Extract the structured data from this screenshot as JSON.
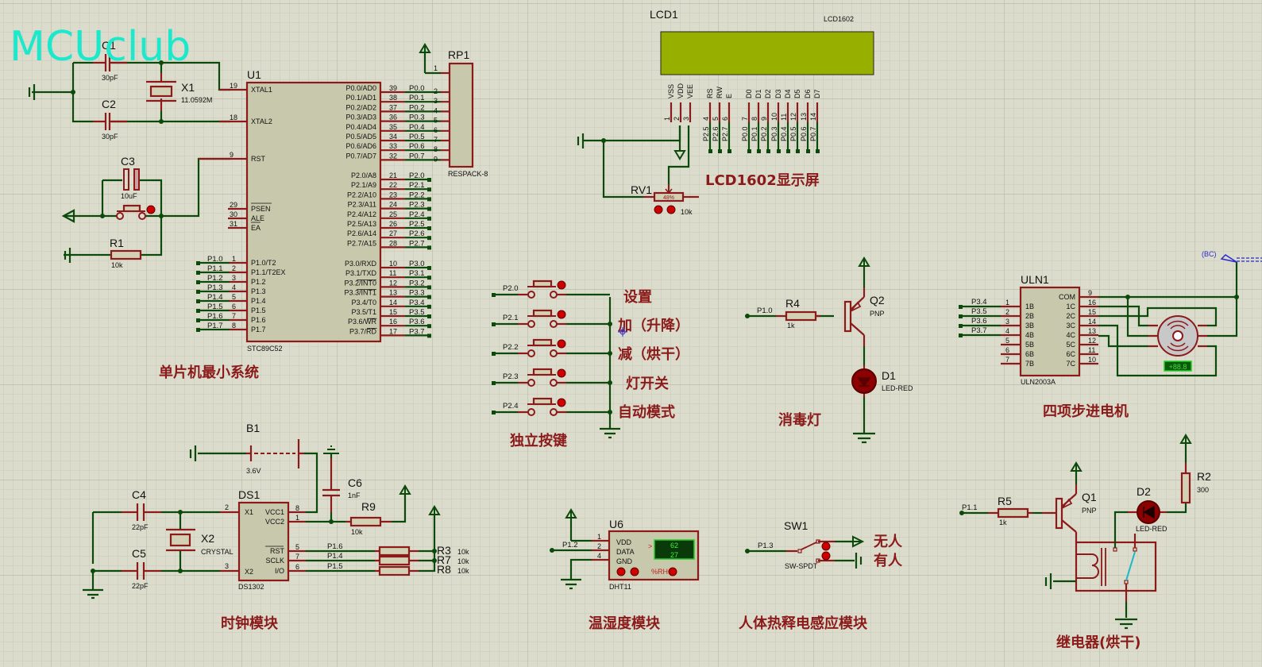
{
  "watermark": "MCUclub",
  "section_labels": {
    "mcu": "单片机最小系统",
    "lcd": "LCD1602显示屏",
    "keys": "独立按键",
    "lamp": "消毒灯",
    "stepper": "四项步进电机",
    "clock": "时钟模块",
    "dht": "温湿度模块",
    "pir": "人体热释电感应模块",
    "relay": "继电器(烘干)"
  },
  "key_labels": [
    "设置",
    "加（升降）",
    "减（烘干）",
    "灯开关",
    "自动模式"
  ],
  "pir_labels": {
    "no_person": "无人",
    "person": "有人"
  },
  "mcu": {
    "ref": "U1",
    "part": "STC89C52",
    "left_pins": [
      {
        "num": "19",
        "name": "XTAL1"
      },
      {
        "num": "18",
        "name": "XTAL2"
      },
      {
        "num": "9",
        "name": "RST"
      },
      {
        "num": "29",
        "name": "PSEN"
      },
      {
        "num": "30",
        "name": "ALE"
      },
      {
        "num": "31",
        "name": "EA"
      }
    ],
    "p1_pins": [
      {
        "num": "1",
        "name": "P1.0/T2",
        "net": "P1.0"
      },
      {
        "num": "2",
        "name": "P1.1/T2EX",
        "net": "P1.1"
      },
      {
        "num": "3",
        "name": "P1.2",
        "net": "P1.2"
      },
      {
        "num": "4",
        "name": "P1.3",
        "net": "P1.3"
      },
      {
        "num": "5",
        "name": "P1.4",
        "net": "P1.4"
      },
      {
        "num": "6",
        "name": "P1.5",
        "net": "P1.5"
      },
      {
        "num": "7",
        "name": "P1.6",
        "net": "P1.6"
      },
      {
        "num": "8",
        "name": "P1.7",
        "net": "P1.7"
      }
    ],
    "p0_pins": [
      {
        "num": "39",
        "name": "P0.0/AD0",
        "net": "P0.0",
        "rp": "2"
      },
      {
        "num": "38",
        "name": "P0.1/AD1",
        "net": "P0.1",
        "rp": "3"
      },
      {
        "num": "37",
        "name": "P0.2/AD2",
        "net": "P0.2",
        "rp": "4"
      },
      {
        "num": "36",
        "name": "P0.3/AD3",
        "net": "P0.3",
        "rp": "5"
      },
      {
        "num": "35",
        "name": "P0.4/AD4",
        "net": "P0.4",
        "rp": "6"
      },
      {
        "num": "34",
        "name": "P0.5/AD5",
        "net": "P0.5",
        "rp": "7"
      },
      {
        "num": "33",
        "name": "P0.6/AD6",
        "net": "P0.6",
        "rp": "8"
      },
      {
        "num": "32",
        "name": "P0.7/AD7",
        "net": "P0.7",
        "rp": "9"
      }
    ],
    "p2_pins": [
      {
        "num": "21",
        "name": "P2.0/A8",
        "net": "P2.0"
      },
      {
        "num": "22",
        "name": "P2.1/A9",
        "net": "P2.1"
      },
      {
        "num": "23",
        "name": "P2.2/A10",
        "net": "P2.2"
      },
      {
        "num": "24",
        "name": "P2.3/A11",
        "net": "P2.3"
      },
      {
        "num": "25",
        "name": "P2.4/A12",
        "net": "P2.4"
      },
      {
        "num": "26",
        "name": "P2.5/A13",
        "net": "P2.5"
      },
      {
        "num": "27",
        "name": "P2.6/A14",
        "net": "P2.6"
      },
      {
        "num": "28",
        "name": "P2.7/A15",
        "net": "P2.7"
      }
    ],
    "p3_pins": [
      {
        "num": "10",
        "name": "P3.0/RXD",
        "net": "P3.0"
      },
      {
        "num": "11",
        "name": "P3.1/TXD",
        "net": "P3.1"
      },
      {
        "num": "12",
        "name": "P3.2/INT0",
        "net": "P3.2"
      },
      {
        "num": "13",
        "name": "P3.3/INT1",
        "net": "P3.3"
      },
      {
        "num": "14",
        "name": "P3.4/T0",
        "net": "P3.4"
      },
      {
        "num": "15",
        "name": "P3.5/T1",
        "net": "P3.5"
      },
      {
        "num": "16",
        "name": "P3.6/WR",
        "net": "P3.6"
      },
      {
        "num": "17",
        "name": "P3.7/RD",
        "net": "P3.7"
      }
    ]
  },
  "rp1": {
    "ref": "RP1",
    "part": "RESPACK-8",
    "pin1": "1"
  },
  "components": {
    "c1": {
      "ref": "C1",
      "val": "30pF"
    },
    "c2": {
      "ref": "C2",
      "val": "30pF"
    },
    "x1": {
      "ref": "X1",
      "val": "11.0592M"
    },
    "c3": {
      "ref": "C3",
      "val": "10uF"
    },
    "r1": {
      "ref": "R1",
      "val": "10k"
    },
    "rv1": {
      "ref": "RV1",
      "val": "10k",
      "setting": "48%"
    },
    "r4": {
      "ref": "R4",
      "val": "1k",
      "net": "P1.0"
    },
    "q2": {
      "ref": "Q2",
      "val": "PNP"
    },
    "d1": {
      "ref": "D1",
      "val": "LED-RED"
    },
    "b1": {
      "ref": "B1",
      "val": "3.6V"
    },
    "c4": {
      "ref": "C4",
      "val": "22pF"
    },
    "c5": {
      "ref": "C5",
      "val": "22pF"
    },
    "x2": {
      "ref": "X2",
      "val": "CRYSTAL"
    },
    "c6": {
      "ref": "C6",
      "val": "1nF"
    },
    "r9": {
      "ref": "R9",
      "val": "10k"
    },
    "r3": {
      "ref": "R3",
      "val": "10k"
    },
    "r7": {
      "ref": "R7",
      "val": "10k"
    },
    "r8": {
      "ref": "R8",
      "val": "10k"
    },
    "r5": {
      "ref": "R5",
      "val": "1k",
      "net": "P1.1"
    },
    "q1": {
      "ref": "Q1",
      "val": "PNP"
    },
    "d2": {
      "ref": "D2",
      "val": "LED-RED"
    },
    "r2": {
      "ref": "R2",
      "val": "300"
    },
    "sw1": {
      "ref": "SW1",
      "val": "SW-SPDT",
      "net": "P1.3"
    }
  },
  "lcd": {
    "ref": "LCD1",
    "part": "LCD1602",
    "pins": [
      {
        "name": "VSS",
        "num": "1",
        "net": ""
      },
      {
        "name": "VDD",
        "num": "2",
        "net": ""
      },
      {
        "name": "VEE",
        "num": "3",
        "net": ""
      },
      {
        "name": "RS",
        "num": "4",
        "net": "P2.5"
      },
      {
        "name": "RW",
        "num": "5",
        "net": "P2.6"
      },
      {
        "name": "E",
        "num": "6",
        "net": "P2.7"
      },
      {
        "name": "D0",
        "num": "7",
        "net": "P0.0"
      },
      {
        "name": "D1",
        "num": "8",
        "net": "P0.1"
      },
      {
        "name": "D2",
        "num": "9",
        "net": "P0.2"
      },
      {
        "name": "D3",
        "num": "10",
        "net": "P0.3"
      },
      {
        "name": "D4",
        "num": "11",
        "net": "P0.4"
      },
      {
        "name": "D5",
        "num": "12",
        "net": "P0.5"
      },
      {
        "name": "D6",
        "num": "13",
        "net": "P0.6"
      },
      {
        "name": "D7",
        "num": "14",
        "net": "P0.7"
      }
    ]
  },
  "keys": [
    {
      "net": "P2.0"
    },
    {
      "net": "P2.1"
    },
    {
      "net": "P2.2"
    },
    {
      "net": "P2.3"
    },
    {
      "net": "P2.4"
    }
  ],
  "uln": {
    "ref": "ULN1",
    "part": "ULN2003A",
    "inputs": [
      {
        "num": "1",
        "name": "1B",
        "net": "P3.4"
      },
      {
        "num": "2",
        "name": "2B",
        "net": "P3.5"
      },
      {
        "num": "3",
        "name": "3B",
        "net": "P3.6"
      },
      {
        "num": "4",
        "name": "4B",
        "net": "P3.7"
      },
      {
        "num": "5",
        "name": "5B",
        "net": ""
      },
      {
        "num": "6",
        "name": "6B",
        "net": ""
      },
      {
        "num": "7",
        "name": "7B",
        "net": ""
      }
    ],
    "outputs": [
      {
        "num": "9",
        "name": "COM"
      },
      {
        "num": "16",
        "name": "1C"
      },
      {
        "num": "15",
        "name": "2C"
      },
      {
        "num": "14",
        "name": "3C"
      },
      {
        "num": "13",
        "name": "4C"
      },
      {
        "num": "12",
        "name": "5C"
      },
      {
        "num": "11",
        "name": "6C"
      },
      {
        "num": "10",
        "name": "7C"
      }
    ],
    "power_label": "(BC)",
    "motor_display": "+88.8"
  },
  "ds1302": {
    "ref": "DS1",
    "part": "DS1302",
    "left": [
      {
        "num": "2",
        "name": "X1"
      },
      {
        "num": "3",
        "name": "X2"
      }
    ],
    "right": [
      {
        "num": "8",
        "name": "VCC1",
        "net": ""
      },
      {
        "num": "1",
        "name": "VCC2",
        "net": ""
      },
      {
        "num": "5",
        "name": "RST",
        "net": "P1.6"
      },
      {
        "num": "7",
        "name": "SCLK",
        "net": "P1.4"
      },
      {
        "num": "6",
        "name": "I/O",
        "net": "P1.5"
      }
    ]
  },
  "dht11": {
    "ref": "U6",
    "part": "DHT11",
    "pins": [
      {
        "num": "1",
        "name": "VDD"
      },
      {
        "num": "2",
        "name": "DATA"
      },
      {
        "num": "4",
        "name": "GND"
      }
    ],
    "net": "P1.2",
    "humidity": "62",
    "temperature": "27",
    "unit_label": "%RH",
    "arrow": ">"
  }
}
